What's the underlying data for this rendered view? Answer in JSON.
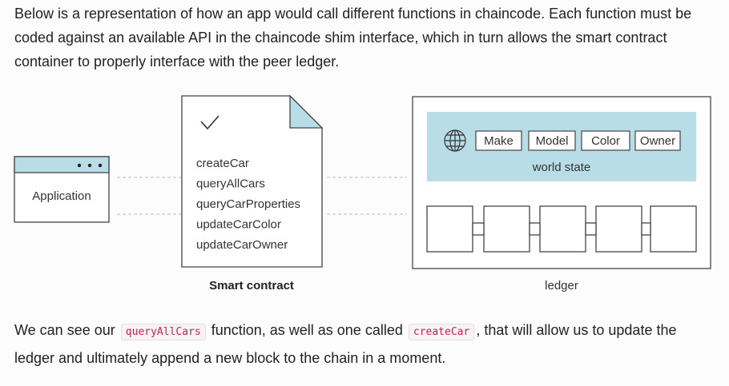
{
  "intro": {
    "text": "Below is a representation of how an app would call different functions in chaincode. Each function must be coded against an available API in the chaincode shim interface, which in turn allows the smart contract container to properly interface with the peer ledger."
  },
  "diagram": {
    "application_label": "Application",
    "contract_functions": [
      "createCar",
      "queryAllCars",
      "queryCarProperties",
      "updateCarColor",
      "updateCarOwner"
    ],
    "contract_caption": "Smart contract",
    "world_state_fields": [
      "Make",
      "Model",
      "Color",
      "Owner"
    ],
    "world_state_label": "world state",
    "ledger_caption": "ledger",
    "colors": {
      "accent_fill": "#b9dde7",
      "border": "#444444"
    }
  },
  "outro": {
    "before": "We can see our",
    "code1": "queryAllCars",
    "middle": "function, as well as one called",
    "code2": "createCar",
    "after": ", that will allow us to update the ledger and ultimately append a new block to the chain in a moment."
  }
}
